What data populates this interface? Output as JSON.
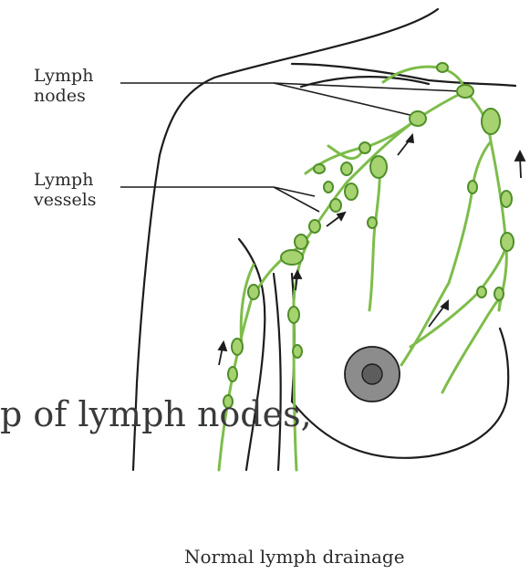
{
  "labels": {
    "lymph_nodes": [
      "Lymph",
      "nodes"
    ],
    "lymph_vessels": [
      "Lymph",
      "vessels"
    ]
  },
  "overlay_text": "p of lymph nodes,",
  "caption": "Normal lymph drainage",
  "colors": {
    "vessel": "#7dbd4a",
    "vessel_dark": "#4f8e2a",
    "node_fill": "#a6d36f",
    "outline": "#1c1c1c",
    "nipple_outer": "#8c8c8c",
    "nipple_inner": "#5d5d5d"
  }
}
